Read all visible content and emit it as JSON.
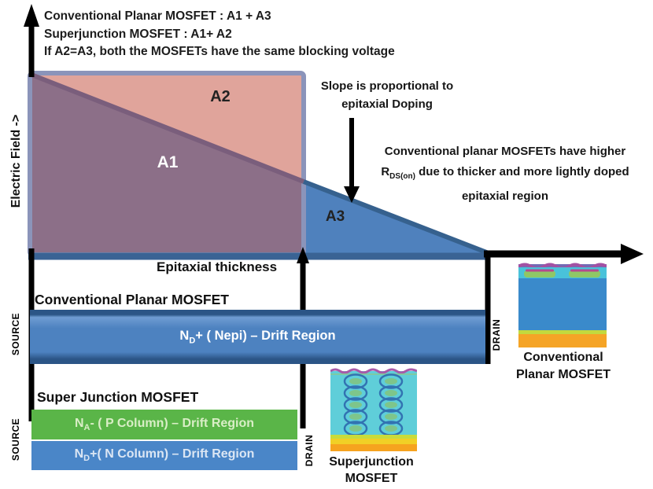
{
  "title_lines": [
    "Conventional Planar MOSFET : A1 + A3",
    "Superjunction MOSFET : A1+ A2",
    "If A2=A3, both the MOSFETs have the same blocking voltage"
  ],
  "chart": {
    "y_axis_label": "Electric Field ->",
    "x_annotation": "Epitaxial thickness",
    "region_labels": {
      "a1": "A1",
      "a2": "A2",
      "a3": "A3"
    }
  },
  "annotations": {
    "slope_line1": "Slope is proportional to",
    "slope_line2": "epitaxial Doping",
    "rdson_line1": "Conventional planar MOSFETs have higher",
    "rdson_r": "R",
    "rdson_sub": "DS(on)",
    "rdson_line2_rest": " due to thicker and more lightly doped",
    "rdson_line3": "epitaxial region"
  },
  "conventional_section": {
    "heading": "Conventional Planar MOSFET",
    "bar_prefix": "N",
    "bar_sub": "D",
    "bar_rest": "+ ( Nepi) – Drift Region",
    "source_label": "SOURCE",
    "drain_label": "DRAIN"
  },
  "superjunction_section": {
    "heading": "Super Junction MOSFET",
    "p_bar_prefix": "N",
    "p_bar_sub": "A",
    "p_bar_rest": "- ( P Column) – Drift Region",
    "n_bar_prefix": "N",
    "n_bar_sub": "D",
    "n_bar_rest": "+( N Column) – Drift Region",
    "source_label": "SOURCE",
    "drain_label": "DRAIN"
  },
  "thumbnails": {
    "conventional_caption_line1": "Conventional",
    "conventional_caption_line2": "Planar MOSFET",
    "superjunction_caption_line1": "Superjunction",
    "superjunction_caption_line2": "MOSFET"
  },
  "colors": {
    "a1_region": "#8c6f88",
    "a2_region": "#e0a49b",
    "a3_region": "#4f81bd",
    "triangle_edge": "#36618e",
    "overlap_edge": "#7a5e7c",
    "rect_border": "#8b94ba",
    "chart_bottom_band": "#3a6394",
    "nepi_bar": "#4b81bf",
    "nepi_bar_edge": "#2b5586",
    "p_column_bar": "#5ab548",
    "n_column_bar": "#4a86c8",
    "axis": "#000000"
  }
}
